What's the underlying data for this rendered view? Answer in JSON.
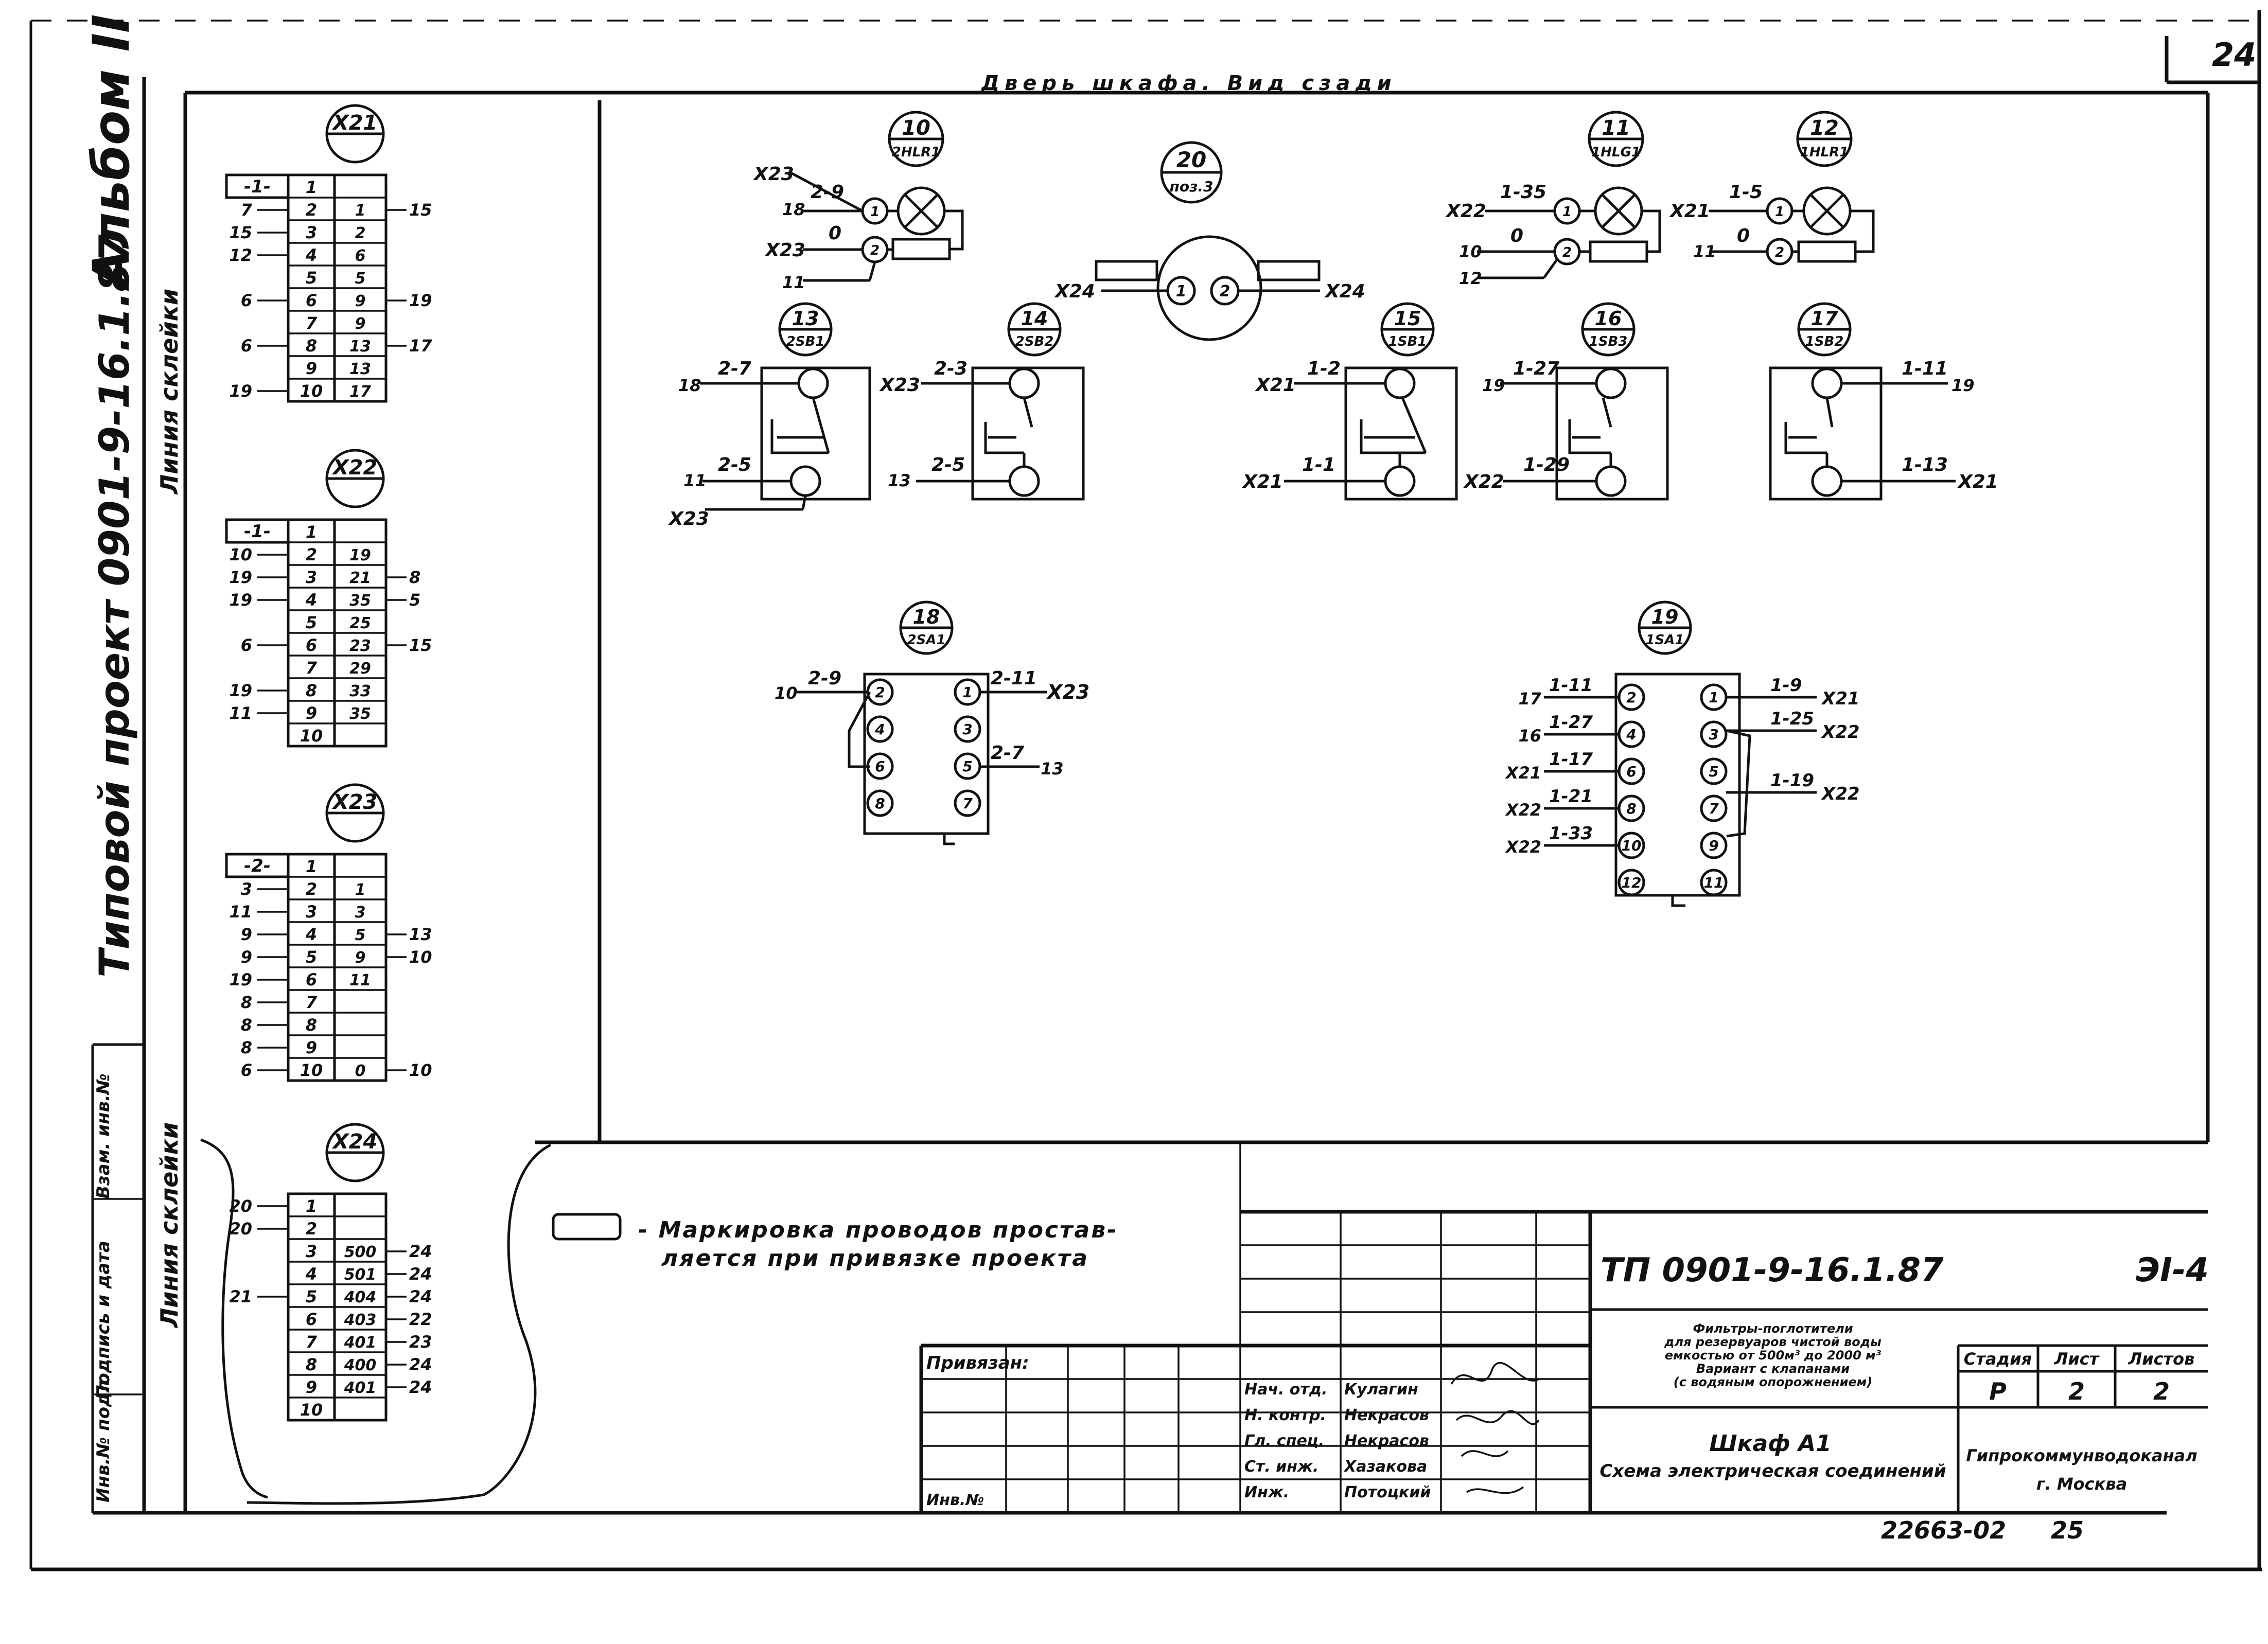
{
  "sheet": {
    "page_number": "24",
    "album": "Альбом II",
    "project_vertical": "Типовой   проект 0901-9-16.1.87",
    "glue_line_1": "Линия склейки",
    "glue_line_2": "Линия склейки",
    "stamps": [
      "Инв.№ подл.",
      "Подпись и дата",
      "Взам. инв.№"
    ],
    "view_title": "Дверь шкафа. Вид сзади"
  },
  "terminal_blocks": [
    {
      "id": "X21",
      "header": "-1-",
      "rows": [
        {
          "left": "",
          "num": "1",
          "right": "",
          "right_label": ""
        },
        {
          "left": "7",
          "num": "2",
          "right": "1",
          "right_label": "15"
        },
        {
          "left": "15",
          "num": "3",
          "right": "2",
          "right_label": ""
        },
        {
          "left": "12",
          "num": "4",
          "right": "6",
          "right_label": ""
        },
        {
          "left": "",
          "num": "5",
          "right": "5",
          "right_label": ""
        },
        {
          "left": "6",
          "num": "6",
          "right": "9",
          "right_label": "19"
        },
        {
          "left": "",
          "num": "7",
          "right": "9",
          "right_label": ""
        },
        {
          "left": "6",
          "num": "8",
          "right": "13",
          "right_label": "17"
        },
        {
          "left": "",
          "num": "9",
          "right": "13",
          "right_label": ""
        },
        {
          "left": "19",
          "num": "10",
          "right": "17",
          "right_label": ""
        }
      ]
    },
    {
      "id": "X22",
      "header": "-1-",
      "rows": [
        {
          "left": "",
          "num": "1",
          "right": "",
          "right_label": ""
        },
        {
          "left": "10",
          "num": "2",
          "right": "19",
          "right_label": ""
        },
        {
          "left": "19",
          "num": "3",
          "right": "21",
          "right_label": "8"
        },
        {
          "left": "19",
          "num": "4",
          "right": "35",
          "right_label": "5"
        },
        {
          "left": "",
          "num": "5",
          "right": "25",
          "right_label": ""
        },
        {
          "left": "6",
          "num": "6",
          "right": "23",
          "right_label": "15"
        },
        {
          "left": "",
          "num": "7",
          "right": "29",
          "right_label": ""
        },
        {
          "left": "19",
          "num": "8",
          "right": "33",
          "right_label": ""
        },
        {
          "left": "11",
          "num": "9",
          "right": "35",
          "right_label": ""
        },
        {
          "left": "",
          "num": "10",
          "right": "",
          "right_label": ""
        }
      ]
    },
    {
      "id": "X23",
      "header": "-2-",
      "rows": [
        {
          "left": "",
          "num": "1",
          "right": "",
          "right_label": ""
        },
        {
          "left": "3",
          "num": "2",
          "right": "1",
          "right_label": ""
        },
        {
          "left": "11",
          "num": "3",
          "right": "3",
          "right_label": ""
        },
        {
          "left": "9",
          "num": "4",
          "right": "5",
          "right_label": "13"
        },
        {
          "left": "9",
          "num": "5",
          "right": "9",
          "right_label": "10"
        },
        {
          "left": "19",
          "num": "6",
          "right": "11",
          "right_label": ""
        },
        {
          "left": "8",
          "num": "7",
          "right": "",
          "right_label": ""
        },
        {
          "left": "8",
          "num": "8",
          "right": "",
          "right_label": ""
        },
        {
          "left": "8",
          "num": "9",
          "right": "",
          "right_label": ""
        },
        {
          "left": "6",
          "num": "10",
          "right": "0",
          "right_label": "10"
        }
      ]
    },
    {
      "id": "X24",
      "header": "",
      "rows": [
        {
          "left": "20",
          "num": "1",
          "right": "",
          "right_label": ""
        },
        {
          "left": "20",
          "num": "2",
          "right": "",
          "right_label": ""
        },
        {
          "left": "",
          "num": "3",
          "right": "500",
          "right_label": "24"
        },
        {
          "left": "",
          "num": "4",
          "right": "501",
          "right_label": "24"
        },
        {
          "left": "21",
          "num": "5",
          "right": "404",
          "right_label": "24"
        },
        {
          "left": "",
          "num": "6",
          "right": "403",
          "right_label": "22"
        },
        {
          "left": "",
          "num": "7",
          "right": "401",
          "right_label": "23"
        },
        {
          "left": "",
          "num": "8",
          "right": "400",
          "right_label": "24"
        },
        {
          "left": "",
          "num": "9",
          "right": "401",
          "right_label": "24"
        },
        {
          "left": "",
          "num": "10",
          "right": "",
          "right_label": ""
        }
      ]
    }
  ],
  "devices": {
    "d10": {
      "num": "10",
      "ref": "2HLR1"
    },
    "d20": {
      "num": "20",
      "ref": "поз.3"
    },
    "d11": {
      "num": "11",
      "ref": "1HLG1"
    },
    "d12": {
      "num": "12",
      "ref": "1HLR1"
    },
    "d13": {
      "num": "13",
      "ref": "2SB1"
    },
    "d14": {
      "num": "14",
      "ref": "2SB2"
    },
    "d15": {
      "num": "15",
      "ref": "1SB1"
    },
    "d16": {
      "num": "16",
      "ref": "1SB3"
    },
    "d17": {
      "num": "17",
      "ref": "1SB2"
    },
    "d18": {
      "num": "18",
      "ref": "2SA1"
    },
    "d19": {
      "num": "19",
      "ref": "1SA1"
    }
  },
  "wires": {
    "d10": {
      "t1": "X23",
      "w1": "2-9",
      "n1": "18",
      "t2": "X23",
      "w2": "0",
      "n2": "11"
    },
    "d20": {
      "left": "X24",
      "right": "X24",
      "p1": "1",
      "p2": "2"
    },
    "d11": {
      "t1": "X22",
      "w1": "1-35",
      "n1": "10",
      "w2": "0",
      "n2": "12"
    },
    "d12": {
      "t1": "X21",
      "w1": "1-5",
      "n2": "11",
      "w2": "0"
    },
    "d13": {
      "n1": "18",
      "w1": "2-7",
      "n2": "11",
      "w2": "2-5",
      "t": "X23"
    },
    "d14": {
      "t": "X23",
      "w1": "2-3",
      "n2": "13",
      "w2": "2-5"
    },
    "d15": {
      "t1": "X21",
      "w1": "1-2",
      "t2": "X21",
      "w2": "1-1"
    },
    "d16": {
      "n1": "19",
      "w1": "1-27",
      "t2": "X22",
      "w2": "1-29"
    },
    "d17": {
      "w1": "1-11",
      "n1": "19",
      "w2": "1-13",
      "t2": "X21"
    },
    "d18": {
      "n1": "10",
      "w1": "2-9",
      "w2": "2-11",
      "t2": "X23",
      "w3": "2-7",
      "n3": "13",
      "pins": [
        "2",
        "1",
        "4",
        "3",
        "6",
        "5",
        "8",
        "7"
      ]
    },
    "d19": {
      "left": [
        {
          "net": "17",
          "wire": "1-11"
        },
        {
          "net": "16",
          "wire": "1-27"
        },
        {
          "net": "X21",
          "wire": "1-17"
        },
        {
          "net": "X22",
          "wire": "1-21"
        },
        {
          "net": "X22",
          "wire": "1-33"
        }
      ],
      "right": [
        {
          "wire": "1-9",
          "net": "X21"
        },
        {
          "wire": "1-25",
          "net": "X22"
        },
        {
          "wire": "1-19",
          "net": "X22"
        }
      ],
      "pins": [
        "2",
        "1",
        "4",
        "3",
        "6",
        "5",
        "8",
        "7",
        "10",
        "9",
        "12",
        "11"
      ]
    }
  },
  "legend": {
    "text_1": "- Маркировка   проводов   простав-",
    "text_2": "ляется   при   привязке   проекта"
  },
  "title_block": {
    "doc_code": "ТП 0901-9-16.1.87",
    "sheet_code": "ЭI-4",
    "bound_label": "Привязан:",
    "inv_label": "Инв.№",
    "roles": [
      "Нач. отд.",
      "Н. контр.",
      "Гл. спец.",
      "Ст. инж.",
      "Инж."
    ],
    "names": [
      "Кулагин",
      "Некрасов",
      "Некрасов",
      "Хазакова",
      "Потоцкий"
    ],
    "description": [
      "Фильтры-поглотители",
      "для резервуаров чистой воды",
      "емкостью от 500м³ до 2000 м³",
      "Вариант с клапанами",
      "(с водяным опорожнением)"
    ],
    "drawing_title": "Шкаф А1",
    "drawing_subtitle": "Схема электрическая соединений",
    "stage_label": "Стадия",
    "sheet_label": "Лист",
    "sheets_label": "Листов",
    "stage": "Р",
    "sheet": "2",
    "sheets": "2",
    "org": "Гипрокоммунводоканал",
    "city": "г. Москва",
    "archive": "22663-02",
    "archive_page": "25"
  }
}
